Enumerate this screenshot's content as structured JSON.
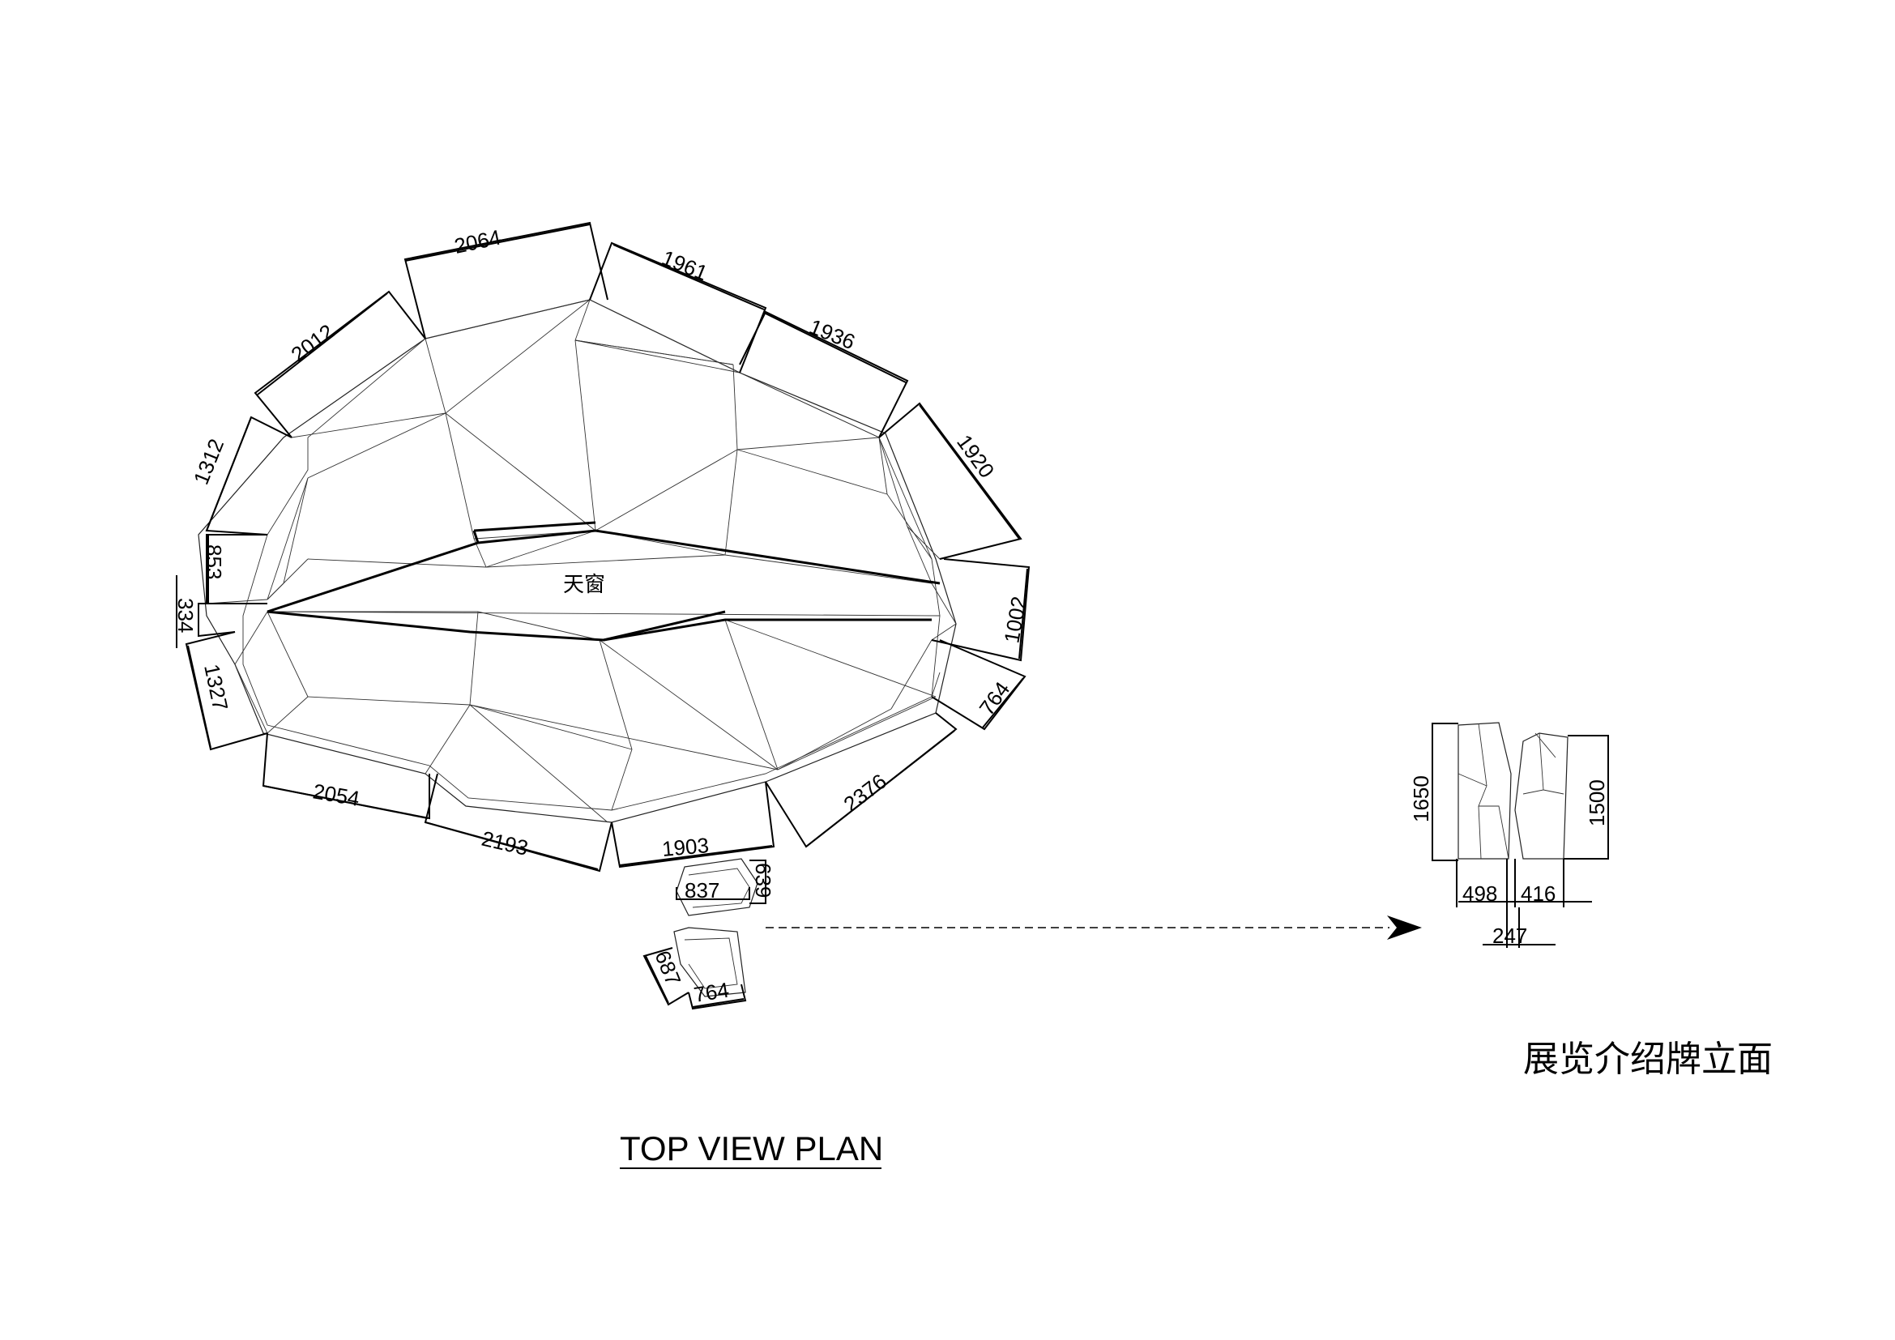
{
  "plan": {
    "skylight_label": "天窗",
    "dims": {
      "d2064": "2064",
      "d1961": "1961",
      "d1936": "1936",
      "d2012": "2012",
      "d1312": "1312",
      "d1920": "1920",
      "d853": "853",
      "d334": "334",
      "d1327": "1327",
      "d1002": "1002",
      "d764a": "764",
      "d2054": "2054",
      "d2193": "2193",
      "d1903": "1903",
      "d2376": "2376",
      "d837": "837",
      "d639": "639",
      "d687": "687",
      "d764b": "764"
    },
    "title": "TOP VIEW PLAN"
  },
  "elevation": {
    "dims": {
      "h1650": "1650",
      "h1500": "1500",
      "w498": "498",
      "w416": "416",
      "w247": "247"
    },
    "title": "展览介绍牌立面"
  }
}
